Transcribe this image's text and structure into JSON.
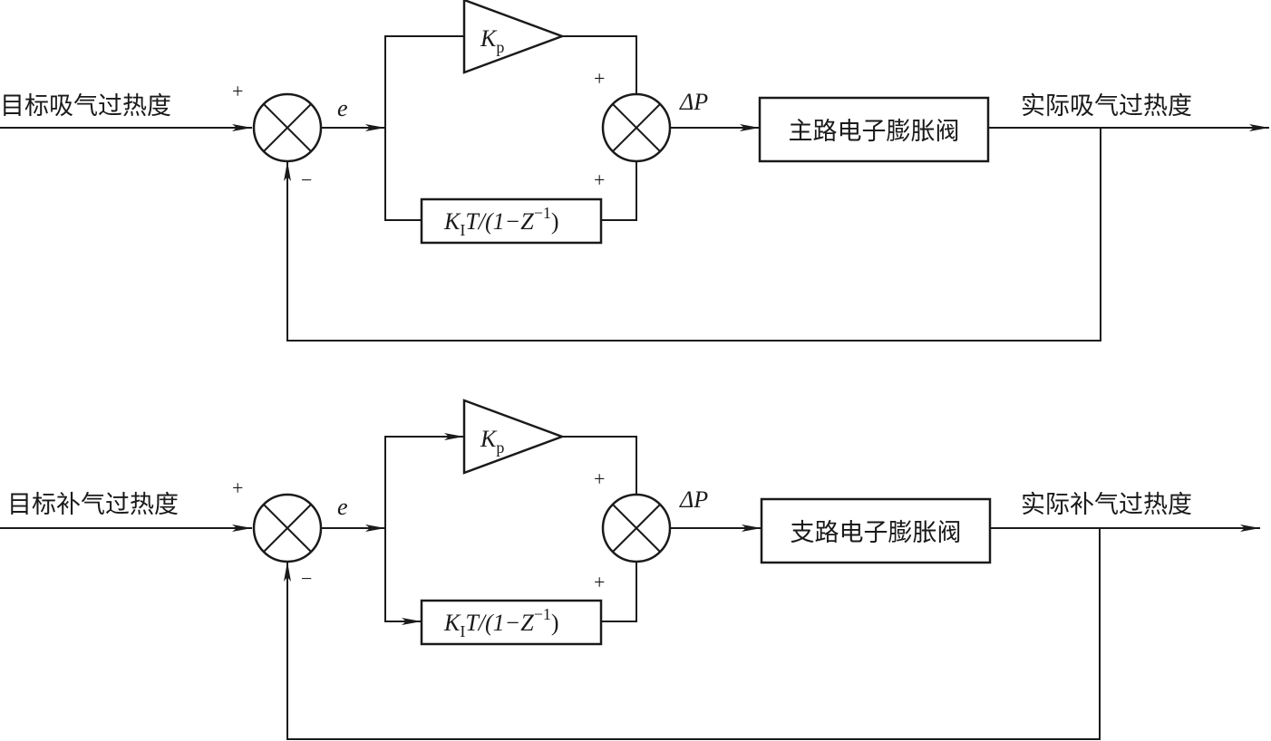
{
  "loops": [
    {
      "input_label": "目标吸气过热度",
      "output_label": "实际吸气过热度",
      "plant_label": "主路电子膨胀阀",
      "sum1_plus": "+",
      "sum1_minus": "−",
      "error_label": "e",
      "sum2_plus_top": "+",
      "sum2_plus_bottom": "+",
      "delta_label": "ΔP",
      "gain_label": "K",
      "gain_sub": "p",
      "integral": {
        "k": "K",
        "k_sub": "I",
        "mid": "T/(1−Z",
        "exp": "−1",
        "close": ")"
      }
    },
    {
      "input_label": "目标补气过热度",
      "output_label": "实际补气过热度",
      "plant_label": "支路电子膨胀阀",
      "sum1_plus": "+",
      "sum1_minus": "−",
      "error_label": "e",
      "sum2_plus_top": "+",
      "sum2_plus_bottom": "+",
      "delta_label": "ΔP",
      "gain_label": "K",
      "gain_sub": "p",
      "integral": {
        "k": "K",
        "k_sub": "I",
        "mid": "T/(1−Z",
        "exp": "−1",
        "close": ")"
      }
    }
  ]
}
